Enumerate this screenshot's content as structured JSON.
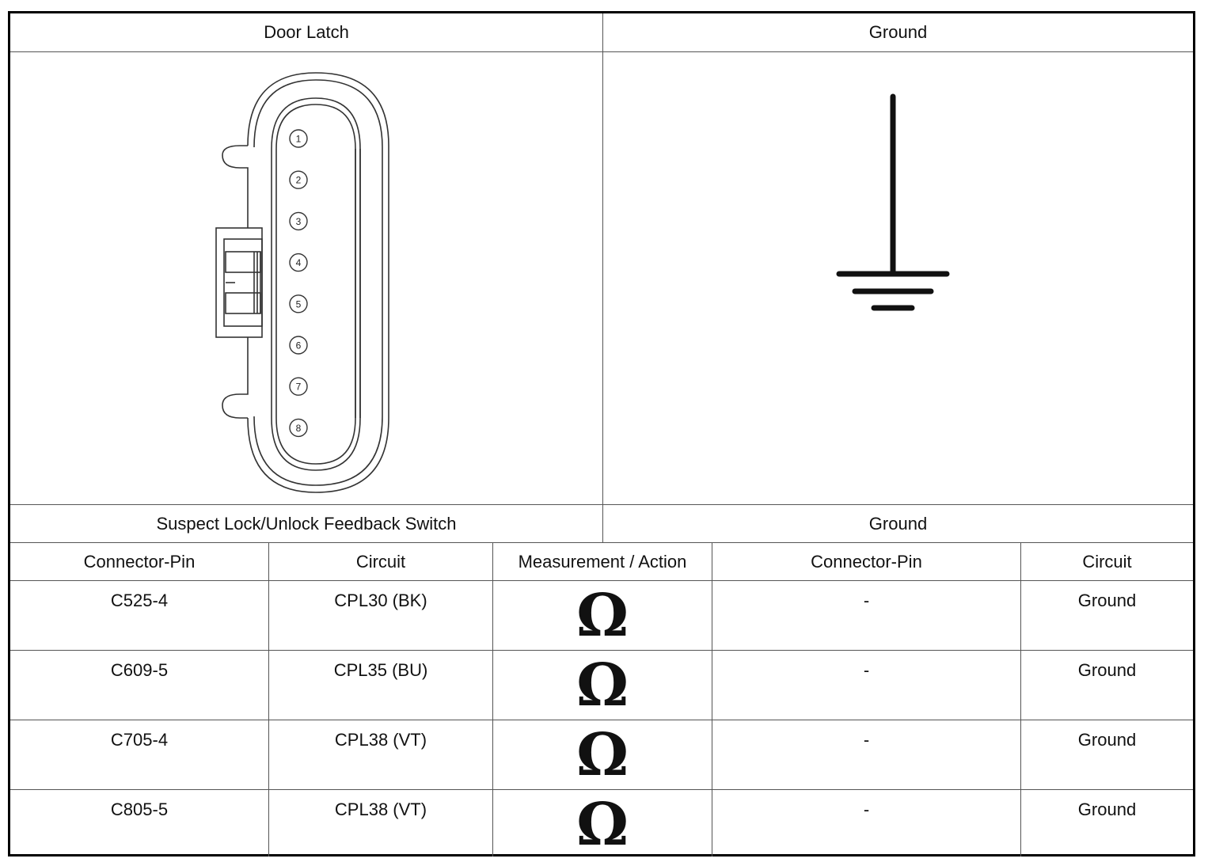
{
  "top_headers": {
    "left": "Door Latch",
    "right": "Ground"
  },
  "connector": {
    "pins": [
      "1",
      "2",
      "3",
      "4",
      "5",
      "6",
      "7",
      "8"
    ]
  },
  "sub_headers": {
    "left": "Suspect Lock/Unlock Feedback Switch",
    "right": "Ground"
  },
  "table": {
    "columns": [
      "Connector-Pin",
      "Circuit",
      "Measurement / Action",
      "Connector-Pin",
      "Circuit"
    ],
    "rows": [
      {
        "pin": "C525-4",
        "circuit": "CPL30 (BK)",
        "measure": "Ω",
        "pin2": "-",
        "circuit2": "Ground"
      },
      {
        "pin": "C609-5",
        "circuit": "CPL35 (BU)",
        "measure": "Ω",
        "pin2": "-",
        "circuit2": "Ground"
      },
      {
        "pin": "C705-4",
        "circuit": "CPL38 (VT)",
        "measure": "Ω",
        "pin2": "-",
        "circuit2": "Ground"
      },
      {
        "pin": "C805-5",
        "circuit": "CPL38 (VT)",
        "measure": "Ω",
        "pin2": "-",
        "circuit2": "Ground"
      }
    ]
  }
}
